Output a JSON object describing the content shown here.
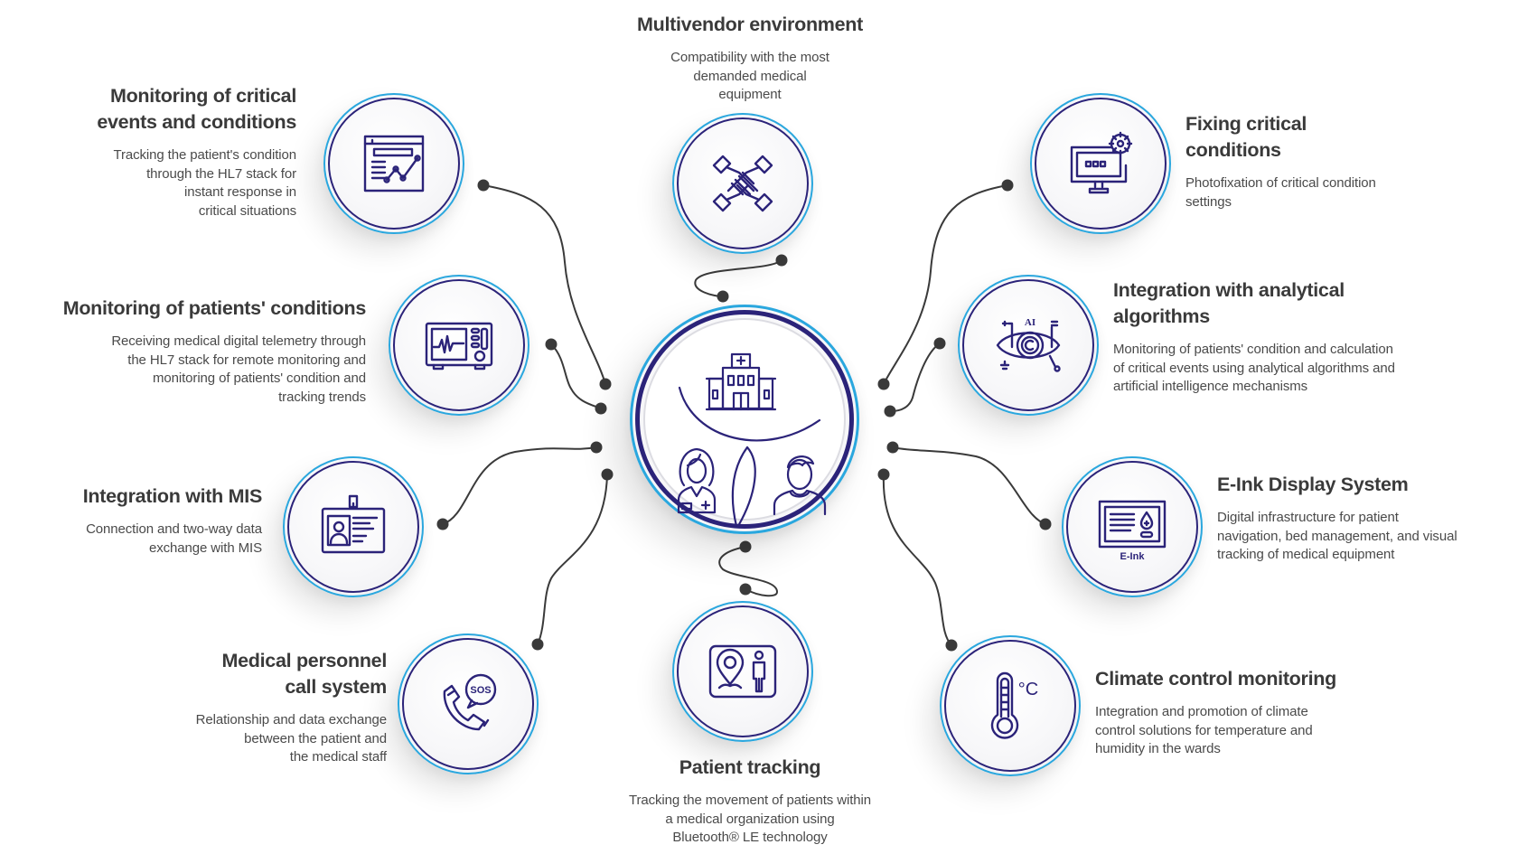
{
  "colors": {
    "icon_stroke": "#2b2379",
    "outer_ring": "#2aa7de",
    "inner_ring": "#2b2379",
    "connector": "#3a3a3a",
    "title_text": "#3a3a3a",
    "body_text": "#4a4a4a"
  },
  "hub": {
    "icons": [
      "hospital-icon",
      "doctor-icon",
      "patient-icon"
    ]
  },
  "features": [
    {
      "id": "monitoring-critical-events",
      "icon": "chart-document-icon",
      "title": "Monitoring of critical\nevents and conditions",
      "description": "Tracking the patient's condition\nthrough the HL7 stack for\ninstant response in\ncritical situations"
    },
    {
      "id": "monitoring-patients-conditions",
      "icon": "patient-monitor-icon",
      "title": "Monitoring of patients' conditions",
      "description": "Receiving medical digital telemetry through\nthe HL7 stack for remote monitoring and\nmonitoring of patients' condition and\ntracking trends"
    },
    {
      "id": "integration-mis",
      "icon": "id-badge-icon",
      "title": "Integration with MIS",
      "description": "Connection and two-way data\nexchange with MIS"
    },
    {
      "id": "medical-personnel-call",
      "icon": "sos-phone-icon",
      "title": "Medical personnel\ncall system",
      "description": "Relationship and data exchange\nbetween the patient and\nthe medical staff"
    },
    {
      "id": "multivendor-environment",
      "icon": "hands-together-icon",
      "title": "Multivendor environment",
      "description": "Compatibility with the most\ndemanded medical\nequipment"
    },
    {
      "id": "patient-tracking",
      "icon": "location-person-icon",
      "title": "Patient tracking",
      "description": "Tracking the movement of patients within\na medical organization using\nBluetooth® LE technology"
    },
    {
      "id": "fixing-critical-conditions",
      "icon": "monitor-gear-icon",
      "title": "Fixing critical\nconditions",
      "description": "Photofixation of critical condition\nsettings"
    },
    {
      "id": "integration-analytical",
      "icon": "ai-eye-icon",
      "title": "Integration with analytical\nalgorithms",
      "description": "Monitoring of patients' condition and calculation\nof critical events using analytical algorithms and\nartificial intelligence mechanisms"
    },
    {
      "id": "eink-display",
      "icon": "eink-display-icon",
      "icon_label": "E-Ink",
      "title": "E-Ink Display System",
      "description": "Digital infrastructure for patient\nnavigation, bed management, and visual\ntracking of medical equipment"
    },
    {
      "id": "climate-control",
      "icon": "thermometer-icon",
      "icon_label": "°C",
      "title": "Climate control monitoring",
      "description": "Integration and promotion of climate\ncontrol solutions for temperature and\nhumidity in the wards"
    }
  ],
  "sos_label": "SOS",
  "ai_label": "AI"
}
